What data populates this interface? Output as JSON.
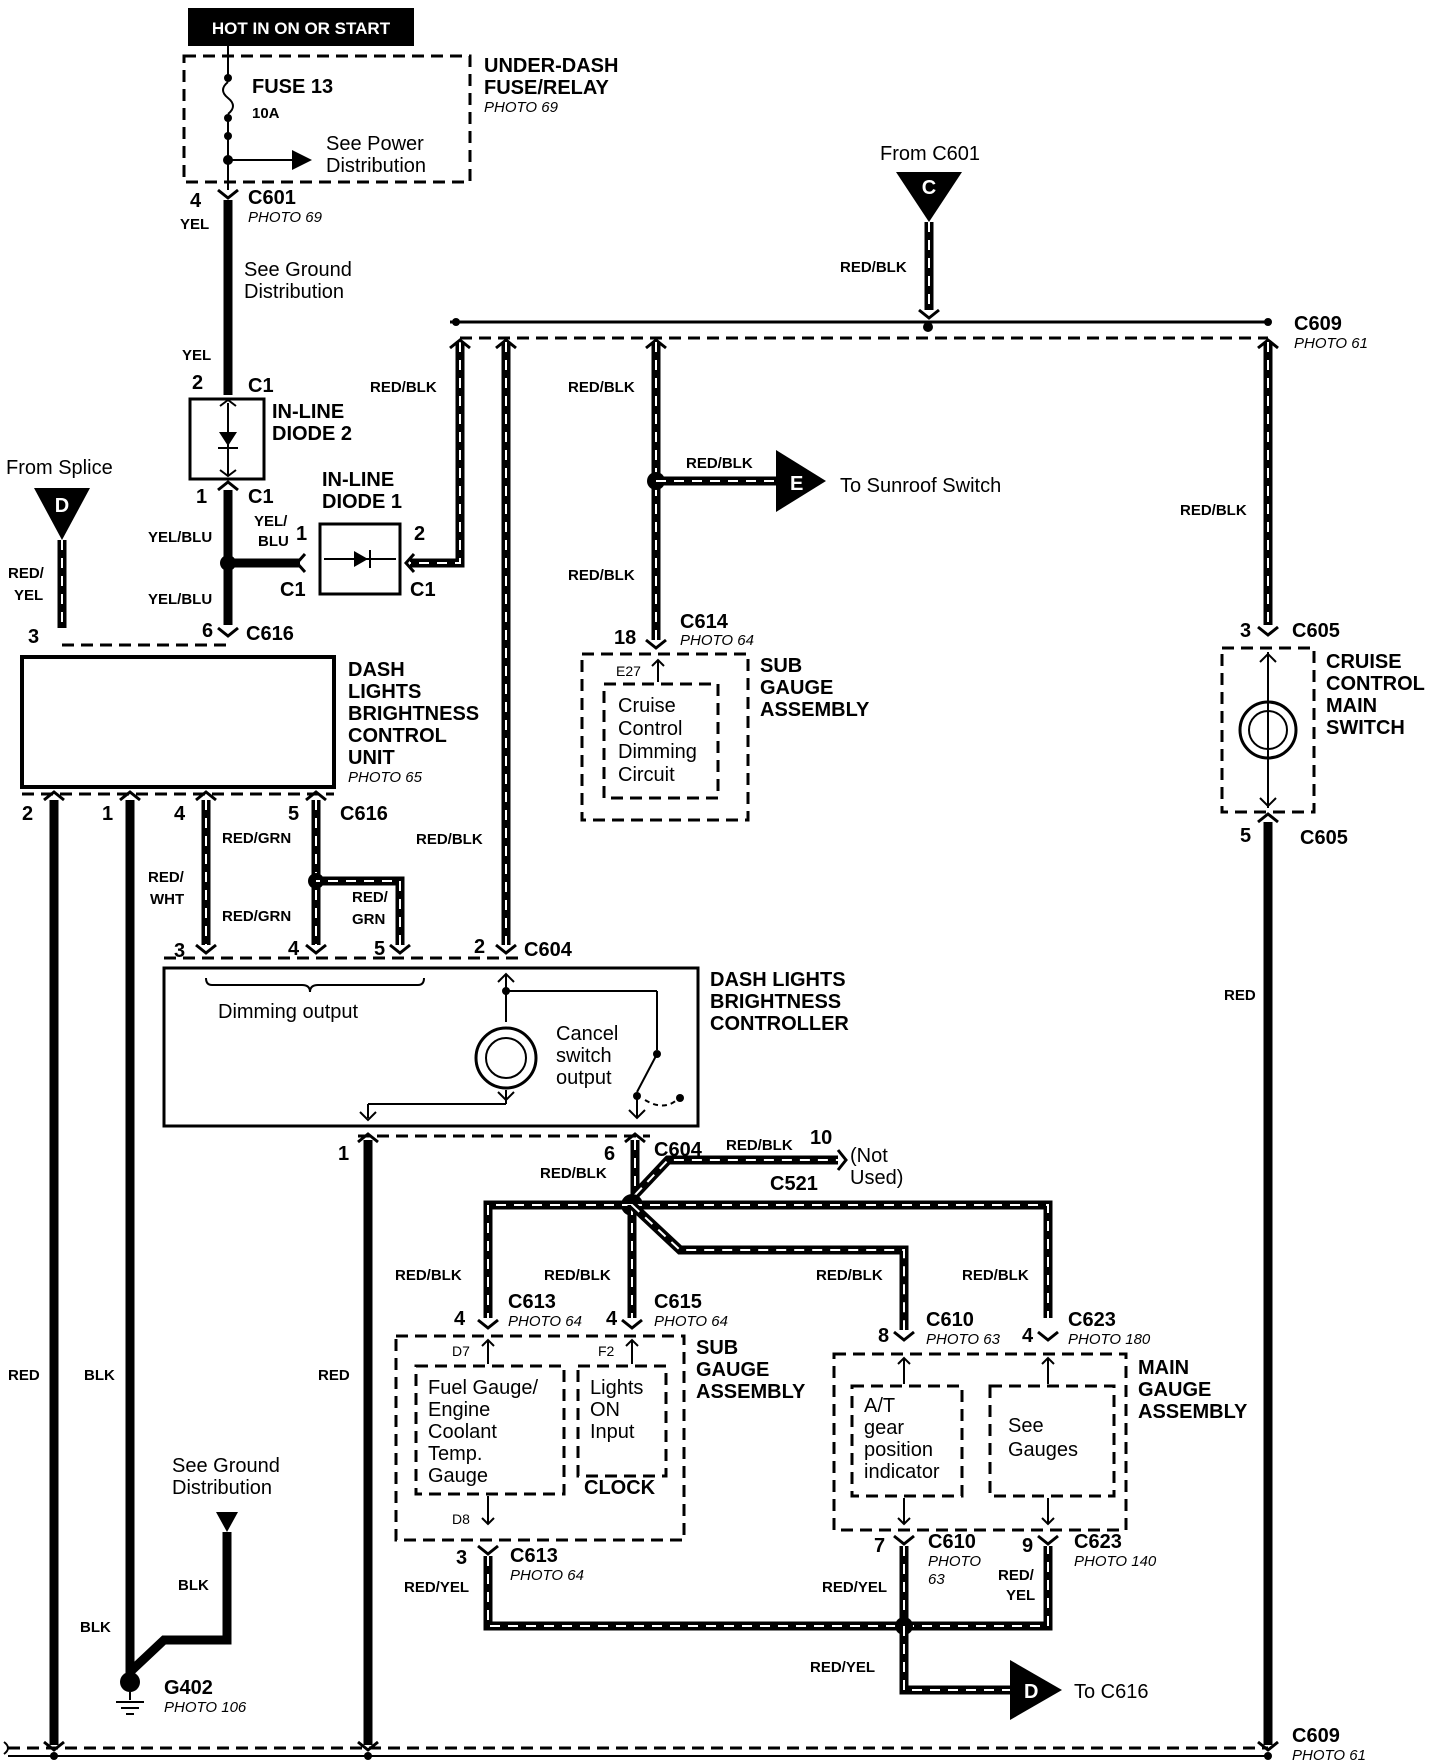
{
  "top_power": "HOT IN ON OR START",
  "fuse_box": {
    "title1": "UNDER-DASH",
    "title2": "FUSE/RELAY",
    "photo": "PHOTO 69",
    "fuse": "FUSE 13",
    "rating": "10A",
    "see1": "See Power",
    "see2": "Distribution"
  },
  "c601": {
    "pin": "4",
    "color": "YEL",
    "name": "C601",
    "photo": "PHOTO 69"
  },
  "see_ground_top": {
    "l1": "See Ground",
    "l2": "Distribution"
  },
  "diode2": {
    "wire": "YEL",
    "pin_top": "2",
    "conn_top": "C1",
    "title1": "IN-LINE",
    "title2": "DIODE 2",
    "pin_bot": "1",
    "conn_bot": "C1"
  },
  "diode1": {
    "title1": "IN-LINE",
    "title2": "DIODE 1",
    "pin_left": "1",
    "pin_right": "2",
    "conn_left": "C1",
    "conn_right": "C1",
    "wire_in1": "YEL/",
    "wire_in2": "BLU"
  },
  "splice_d": {
    "from": "From Splice",
    "letter": "D",
    "w1": "RED/",
    "w2": "YEL"
  },
  "yel_blu_upper": "YEL/BLU",
  "yel_blu_lower": "YEL/BLU",
  "c616_top": {
    "pin_left": "3",
    "pin_right": "6",
    "name": "C616"
  },
  "dlbcu": {
    "l1": "DASH",
    "l2": "LIGHTS",
    "l3": "BRIGHTNESS",
    "l4": "CONTROL",
    "l5": "UNIT",
    "photo": "PHOTO 65"
  },
  "c616_bottom": {
    "p2": "2",
    "p1": "1",
    "p4": "4",
    "p5": "5",
    "name": "C616",
    "w_red_grn_top": "RED/GRN",
    "w_red_wht1": "RED/",
    "w_red_wht2": "WHT",
    "w_red_grn_mid": "RED/GRN",
    "w_red_grn2a": "RED/",
    "w_red_grn2b": "GRN"
  },
  "red_blk_upper_left": "RED/BLK",
  "red_blk_mid": "RED/BLK",
  "from_c601": {
    "label": "From C601",
    "letter": "C",
    "wire": "RED/BLK"
  },
  "c609_top": {
    "name": "C609",
    "photo": "PHOTO 61"
  },
  "sunroof": {
    "wire_top": "RED/BLK",
    "wire_branch": "RED/BLK",
    "letter": "E",
    "text": "To  Sunroof Switch",
    "wire_bot": "RED/BLK"
  },
  "c614": {
    "pin": "18",
    "name": "C614",
    "photo": "PHOTO 64",
    "term": "E27"
  },
  "sub_gauge_top": {
    "inner1": "Cruise",
    "inner2": "Control",
    "inner3": "Dimming",
    "inner4": "Circuit",
    "title1": "SUB",
    "title2": "GAUGE",
    "title3": "ASSEMBLY"
  },
  "right_branch_wire": "RED/BLK",
  "c605": {
    "pin_top": "3",
    "name_top": "C605",
    "pin_bot": "5",
    "name_bot": "C605",
    "t1": "CRUISE",
    "t2": "CONTROL",
    "t3": "MAIN",
    "t4": "SWITCH",
    "wire_red": "RED"
  },
  "controller": {
    "p3": "3",
    "p4": "4",
    "p5": "5",
    "p2": "2",
    "name": "C604",
    "dimming": "Dimming output",
    "cancel1": "Cancel",
    "cancel2": "switch",
    "cancel3": "output",
    "t1": "DASH LIGHTS",
    "t2": "BRIGHTNESS",
    "t3": "CONTROLLER"
  },
  "c604_bottom": {
    "p1": "1",
    "p6": "6",
    "name": "C604",
    "wire6": "RED/BLK",
    "wire10": "RED/BLK",
    "p10": "10",
    "not1": "(Not",
    "not2": "Used)",
    "c521": "C521"
  },
  "branch_wires": {
    "a": "RED/BLK",
    "b": "RED/BLK",
    "c": "RED/BLK",
    "d": "RED/BLK"
  },
  "c613_top": {
    "pin": "4",
    "name": "C613",
    "photo": "PHOTO 64"
  },
  "c615": {
    "pin": "4",
    "name": "C615",
    "photo": "PHOTO 64"
  },
  "c610_top": {
    "pin": "8",
    "name": "C610",
    "photo": "PHOTO 63"
  },
  "c623_top": {
    "pin": "4",
    "name": "C623",
    "photo": "PHOTO 180"
  },
  "sub_gauge_bot": {
    "d7": "D7",
    "f2": "F2",
    "fuel1": "Fuel Gauge/",
    "fuel2": "Engine",
    "fuel3": "Coolant",
    "fuel4": "Temp.",
    "fuel5": "Gauge",
    "lights1": "Lights",
    "lights2": "ON",
    "lights3": "Input",
    "clock": "CLOCK",
    "d8": "D8",
    "t1": "SUB",
    "t2": "GAUGE",
    "t3": "ASSEMBLY"
  },
  "main_gauge": {
    "at1": "A/T",
    "at2": "gear",
    "at3": "position",
    "at4": "indicator",
    "see1": "See",
    "see2": "Gauges",
    "t1": "MAIN",
    "t2": "GAUGE",
    "t3": "ASSEMBLY"
  },
  "c613_bot": {
    "pin": "3",
    "name": "C613",
    "photo": "PHOTO 64",
    "wire": "RED/YEL"
  },
  "c610_bot": {
    "pin": "7",
    "name": "C610",
    "photo1": "PHOTO",
    "photo2": "63",
    "wire": "RED/YEL"
  },
  "c623_bot": {
    "pin": "9",
    "name": "C623",
    "photo": "PHOTO 140",
    "w1": "RED/",
    "w2": "YEL"
  },
  "to_c616": {
    "wire": "RED/YEL",
    "letter": "D",
    "text": "To  C616"
  },
  "left_wires": {
    "red1": "RED",
    "blk": "BLK",
    "red2": "RED"
  },
  "ground": {
    "see1": "See Ground",
    "see2": "Distribution",
    "blk_a": "BLK",
    "blk_b": "BLK",
    "name": "G402",
    "photo": "PHOTO 106"
  },
  "c609_bot": {
    "name": "C609",
    "photo": "PHOTO 61"
  }
}
